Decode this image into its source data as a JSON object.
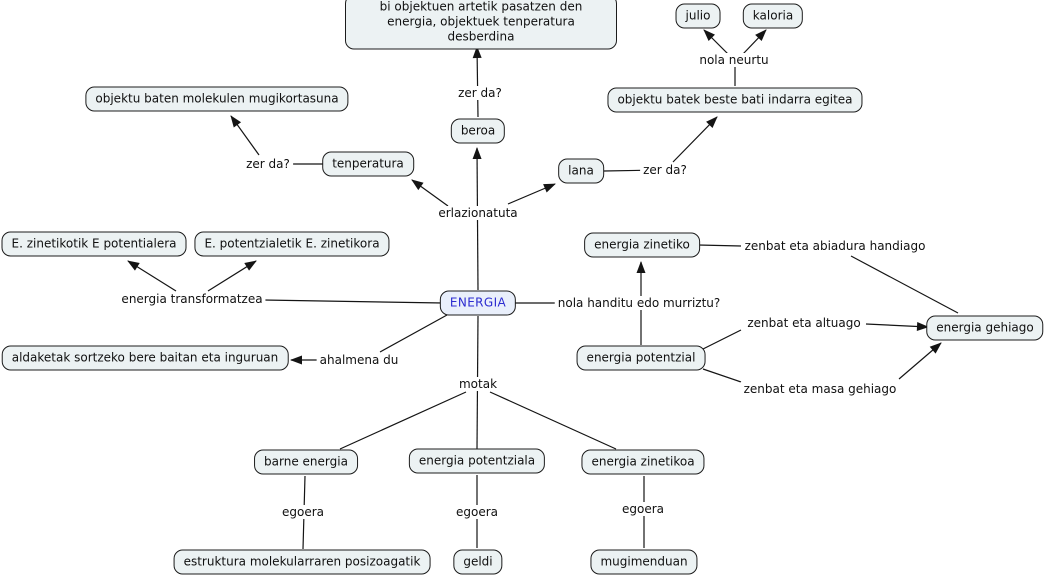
{
  "colors": {
    "background": "#ffffff",
    "box_fill": "#ecf2f3",
    "box_border": "#1c1c1c",
    "root_fill": "#e9effb",
    "root_text": "#2b2bd0",
    "line": "#141414"
  },
  "nodes": {
    "heat_info": "bi objektuen artetik pasatzen den energia, objektuek tenperatura desberdina",
    "julio": "julio",
    "kaloria": "kaloria",
    "indarra": "objektu batek beste bati indarra egitea",
    "mugikortasuna": "objektu baten molekulen mugikortasuna",
    "tenperatura": "tenperatura",
    "beroa": "beroa",
    "lana": "lana",
    "zinetik_to_potentzial": "E. zinetikotik E potentialera",
    "potentzial_to_zinetik": "E. potentzialetik E. zinetikora",
    "energia": "ENERGIA",
    "energia_zinetiko": "energia zinetiko",
    "energia_gehiago": "energia gehiago",
    "energia_potentzial": "energia potentzial",
    "aldaketak": "aldaketak sortzeko bere baitan eta inguruan",
    "barne_energia": "barne energia",
    "energia_potentziala": "energia potentziala",
    "energia_zinetikoa": "energia zinetikoa",
    "estruktura": "estruktura molekularraren posizoagatik",
    "geldi": "geldi",
    "mugimenduan": "mugimenduan"
  },
  "links": {
    "zer_da_top": "zer da?",
    "nola_neurtu": "nola neurtu",
    "zer_da_left": "zer da?",
    "zer_da_right": "zer da?",
    "erlazionatuta": "erlazionatuta",
    "energia_transformatzea": "energia transformatzea",
    "nola_handitu": "nola handitu edo murriztu?",
    "zenbat_abiadura": "zenbat eta abiadura handiago",
    "zenbat_altuago": "zenbat eta altuago",
    "zenbat_masa": "zenbat eta masa gehiago",
    "ahalmena_du": "ahalmena du",
    "motak": "motak",
    "egoera_1": "egoera",
    "egoera_2": "egoera",
    "egoera_3": "egoera"
  }
}
